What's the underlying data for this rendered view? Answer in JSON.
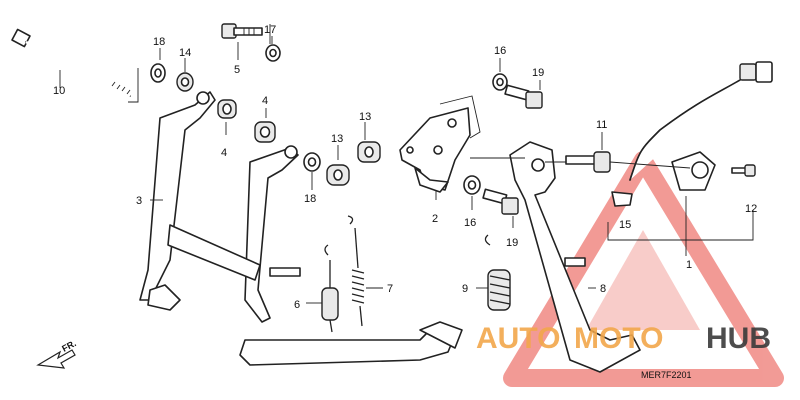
{
  "diagram": {
    "drawing_code": "MER7F2201",
    "direction_label": "FR.",
    "callouts": [
      "1",
      "2",
      "3",
      "4",
      "4",
      "5",
      "6",
      "7",
      "8",
      "9",
      "10",
      "11",
      "12",
      "13",
      "13",
      "14",
      "15",
      "16",
      "16",
      "17",
      "18",
      "18",
      "19",
      "19"
    ]
  },
  "watermark": {
    "text_a": "AUTO",
    "text_b": "MOTO",
    "text_c": "HUB",
    "color_orange": "#f2a74b",
    "color_red": "#e8483f",
    "color_dark": "#3a3a3a"
  }
}
